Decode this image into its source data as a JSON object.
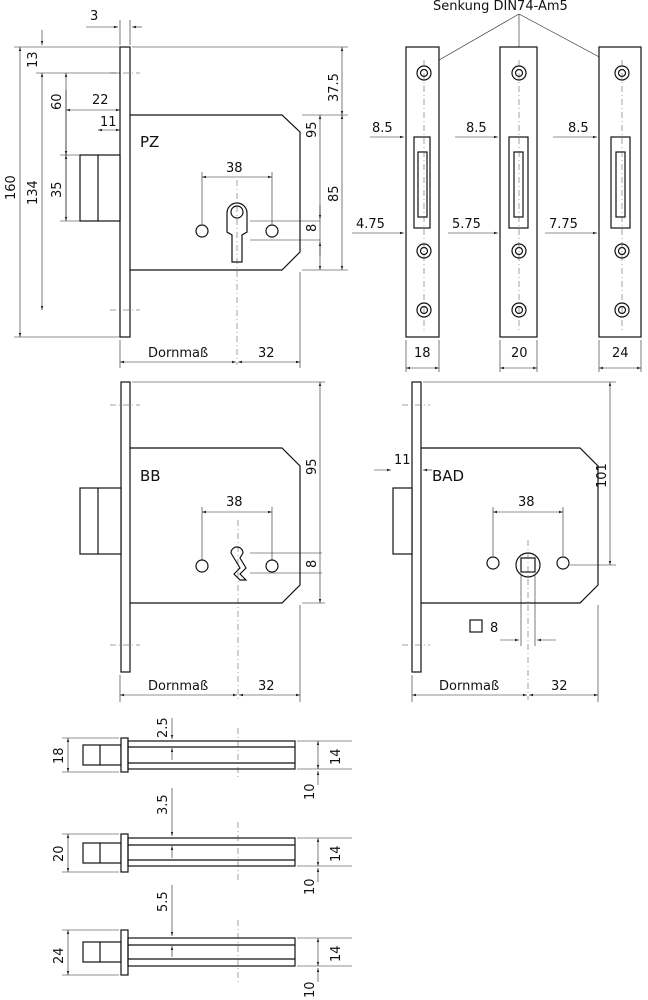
{
  "header": {
    "senkung": "Senkung DIN74-Am5"
  },
  "pz_view": {
    "label": "PZ",
    "dims": {
      "faceplate": "3",
      "top_offset": "13",
      "total_height": "160",
      "faceplate_screws": "134",
      "to_bolt_top": "60",
      "bolt_height": "35",
      "backset_to_bolt": "22",
      "bolt_projection": "11",
      "top_to_key": "37.5",
      "case_height": "95",
      "key_to_bottom": "85",
      "hole_spacing": "38",
      "cyl_offset": "8",
      "backset": "Dornmaß",
      "key_to_back": "32"
    }
  },
  "faceplates": {
    "header": "Senkung DIN74-Am5",
    "plates": [
      {
        "upper": "8.5",
        "offset": "4.75",
        "width": "18"
      },
      {
        "upper": "8.5",
        "offset": "5.75",
        "width": "20"
      },
      {
        "upper": "8.5",
        "offset": "7.75",
        "width": "24"
      }
    ]
  },
  "bb_view": {
    "label": "BB",
    "dims": {
      "case_height": "95",
      "hole_spacing": "38",
      "key_offset": "8",
      "backset": "Dornmaß",
      "key_to_back": "32"
    }
  },
  "bad_view": {
    "label": "BAD",
    "dims": {
      "bolt": "11",
      "case_height": "101",
      "hole_spacing": "38",
      "square": "8",
      "backset": "Dornmaß",
      "key_to_back": "32"
    }
  },
  "sections": [
    {
      "width": "18",
      "bolt_offset": "2.5",
      "inner": "14",
      "depth": "10"
    },
    {
      "width": "20",
      "bolt_offset": "3.5",
      "inner": "14",
      "depth": "10"
    },
    {
      "width": "24",
      "bolt_offset": "5.5",
      "inner": "14",
      "depth": "10"
    }
  ]
}
